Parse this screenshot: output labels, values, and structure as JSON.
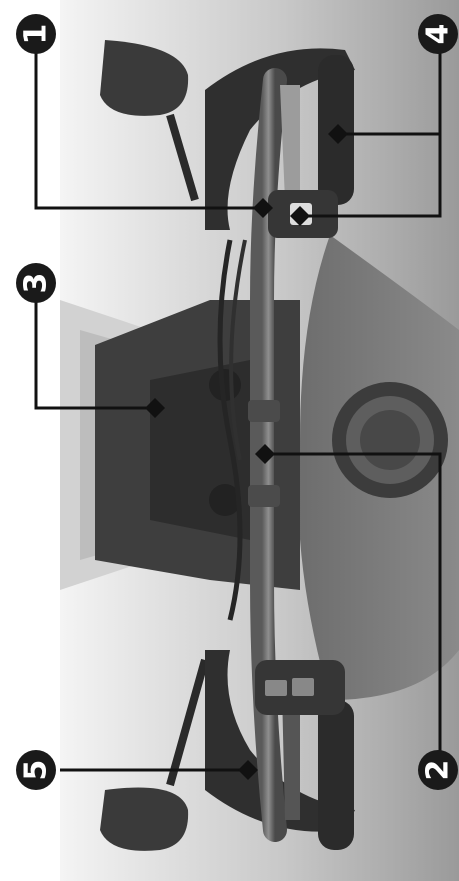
{
  "figure": {
    "subject": "motorcycle-handlebar-top-view",
    "callouts": [
      {
        "id": "callout-1",
        "label": "1"
      },
      {
        "id": "callout-2",
        "label": "2"
      },
      {
        "id": "callout-3",
        "label": "3"
      },
      {
        "id": "callout-4",
        "label": "4"
      },
      {
        "id": "callout-5",
        "label": "5"
      }
    ]
  }
}
